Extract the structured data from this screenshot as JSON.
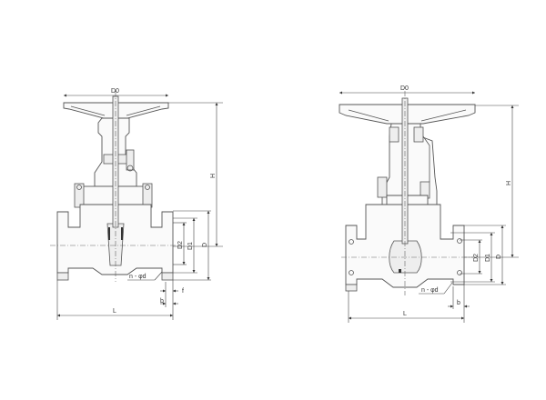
{
  "figures": [
    {
      "name": "gate-valve-left",
      "labels": {
        "handwheel_diameter": "D0",
        "height": "H",
        "d2": "D2",
        "d1": "D1",
        "d": "D",
        "bolt_holes": "n - φd",
        "f": "f",
        "b": "b",
        "length": "L"
      }
    },
    {
      "name": "gate-valve-right",
      "labels": {
        "handwheel_diameter": "D0",
        "height": "H",
        "d2": "D2",
        "d1": "D1",
        "d": "D",
        "bolt_holes": "n - φd",
        "b": "b",
        "length": "L"
      }
    }
  ]
}
